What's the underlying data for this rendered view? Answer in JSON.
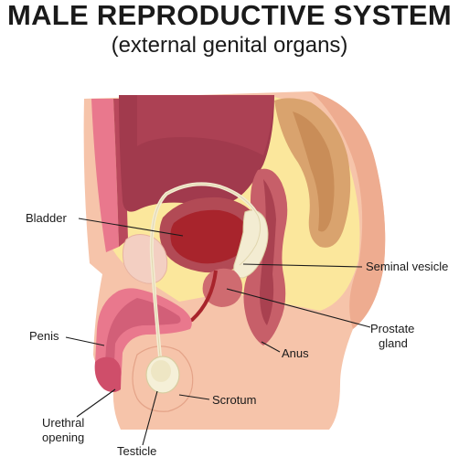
{
  "title": "MALE REPRODUCTIVE SYSTEM",
  "subtitle": "(external genital organs)",
  "labels": {
    "bladder": "Bladder",
    "seminal_vesicle": "Seminal vesicle",
    "prostate_line1": "Prostate",
    "prostate_line2": "gland",
    "penis": "Penis",
    "anus": "Anus",
    "scrotum": "Scrotum",
    "urethral_line1": "Urethral",
    "urethral_line2": "opening",
    "testicle": "Testicle"
  },
  "colors": {
    "skin": "#f6c4aa",
    "skin_dark": "#eeac90",
    "fat": "#fbe79c",
    "muscle": "#a13a4d",
    "bladder_wall": "#b24a55",
    "bladder_inner": "#a8242c",
    "rectum": "#c75f69",
    "colon": "#d9a36e",
    "vas": "#f3ecd2",
    "penis": "#e9788d",
    "testicle": "#f5f0d8"
  }
}
